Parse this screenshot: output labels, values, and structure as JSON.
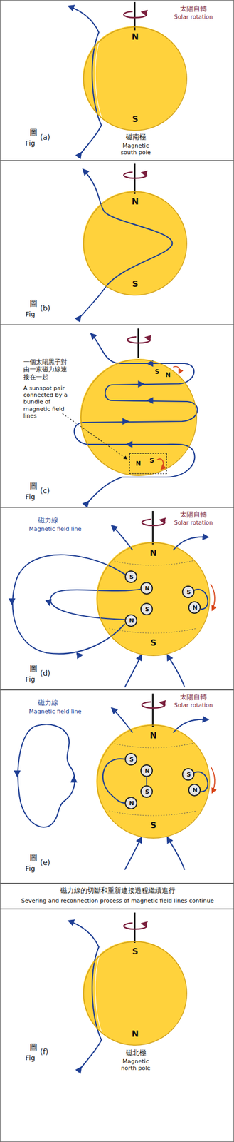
{
  "diagram": {
    "nodes": [
      {
        "text": [
          "太陽自轉",
          "Solar rotation",
          "圖",
          "(a)",
          "Fig",
          "磁南極",
          "Magnetic south pole"
        ]
      },
      {
        "text": [
          "N",
          "S"
        ],
        "in": 0
      },
      {
        "text": [
          "圖",
          "(b)",
          "Fig"
        ]
      },
      {
        "text": [
          "N",
          "S"
        ],
        "in": 2
      },
      {
        "text": [
          "一個太陽黑子對由一束磁力線連接在一起",
          "A sunspot pair connected by a bundle of magnetic field lines",
          "圖",
          "(c)",
          "Fig"
        ]
      },
      {
        "text": [
          "S",
          "N"
        ],
        "in": 4
      },
      {
        "text": [
          "N",
          "S"
        ],
        "in": 5
      },
      {
        "text": [
          "太陽自轉",
          "Solar rotation",
          "磁力線",
          "Magnetic field line",
          "圖",
          "(d)",
          "Fig"
        ]
      },
      {
        "text": [
          "N",
          "S",
          "S",
          "N",
          "N",
          "S",
          "S",
          "N"
        ],
        "in": 7
      },
      {
        "text": [
          "太陽自轉",
          "Solar rotation",
          "磁力線",
          "Magnetic field line",
          "圖",
          "(e)",
          "Fig"
        ]
      },
      {
        "text": [
          "N",
          "S",
          "S",
          "N",
          "N",
          "S",
          "S",
          "N"
        ],
        "in": 9
      },
      {
        "text": [
          "磁力線的切斷和重新連接過程繼續進行",
          "Severing and reconnection process of magnetic field lines continue"
        ]
      },
      {
        "text": [
          "圖",
          "(f)",
          "Fig",
          "磁北極",
          "Magnetic north pole"
        ]
      },
      {
        "text": [
          "S",
          "N"
        ],
        "in": 12
      }
    ]
  }
}
